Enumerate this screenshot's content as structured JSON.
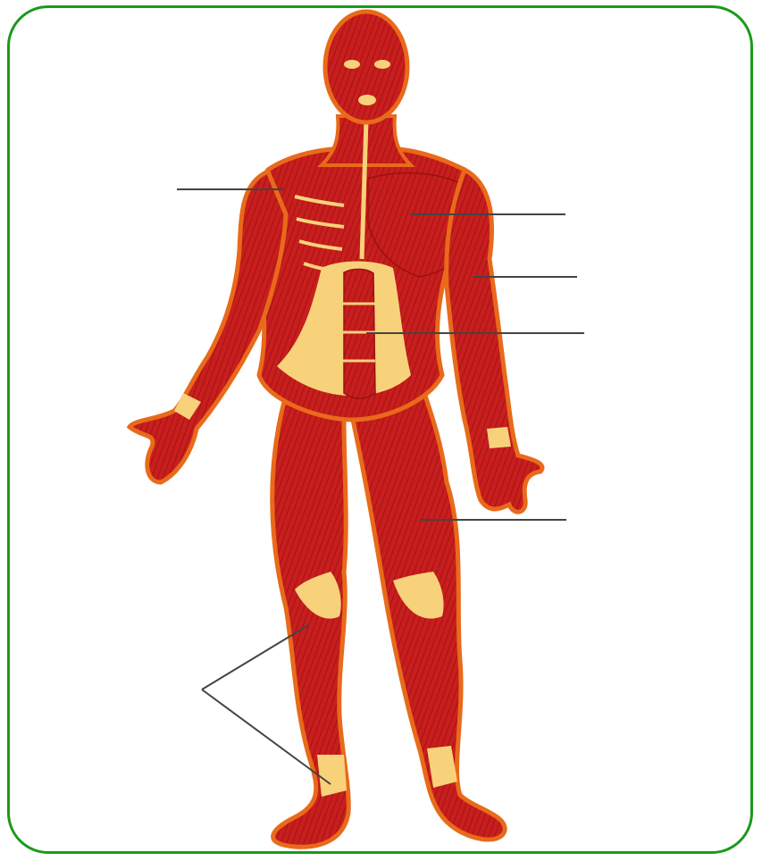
{
  "figure": {
    "subject": "anterior-muscular-system",
    "frame_color": "#1a9a1a",
    "skin_outline_color": "#e86a1a",
    "muscle_color": "#c81e1e",
    "muscle_dark_color": "#9a1010",
    "tendon_color": "#f8d27a",
    "leader_line_color": "#444444"
  },
  "labels": [
    {
      "id": "label-shoulder",
      "text": ""
    },
    {
      "id": "label-chest",
      "text": ""
    },
    {
      "id": "label-upper-arm",
      "text": ""
    },
    {
      "id": "label-abdomen",
      "text": ""
    },
    {
      "id": "label-thigh",
      "text": ""
    },
    {
      "id": "label-lower-leg",
      "text": ""
    }
  ]
}
